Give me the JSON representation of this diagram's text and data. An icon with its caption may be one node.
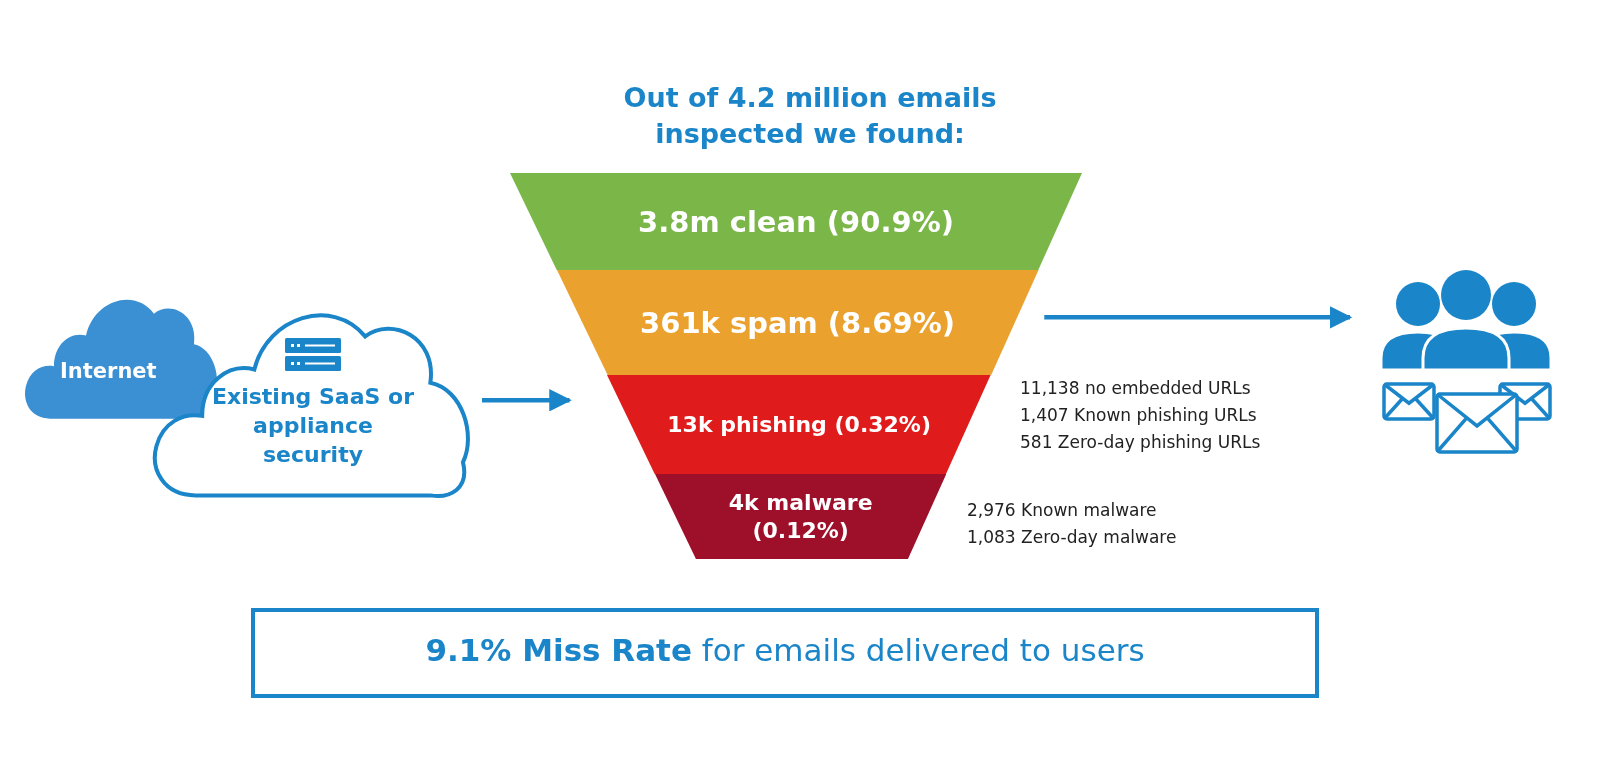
{
  "diagram": {
    "title": "Out of 4.2 million emails inspected we found:",
    "nodes": [
      {
        "text": [
          "Internet"
        ]
      },
      {
        "text": [
          "Existing SaaS or appliance security"
        ]
      },
      {
        "text": [
          "3.8m clean (90.9%)"
        ]
      },
      {
        "text": [
          "361k spam (8.69%)"
        ]
      },
      {
        "text": [
          "13k phishing (0.32%)"
        ],
        "beside": [
          "11,138 no embedded URLs",
          "1,407 Known phishing URLs",
          "581 Zero-day phishing URLs"
        ]
      },
      {
        "text": [
          "4k malware (0.12%)"
        ],
        "beside": [
          "2,976 Known malware",
          "1,083 Zero-day malware"
        ]
      },
      {
        "text": [],
        "shape": "person"
      },
      {
        "text": [
          "**9.1% Miss Rate** for emails delivered to users"
        ]
      }
    ],
    "edges": [
      {
        "from": 1,
        "to": 4,
        "arrow": "to"
      },
      {
        "from": 3,
        "to": 6,
        "arrow": "to"
      }
    ]
  }
}
